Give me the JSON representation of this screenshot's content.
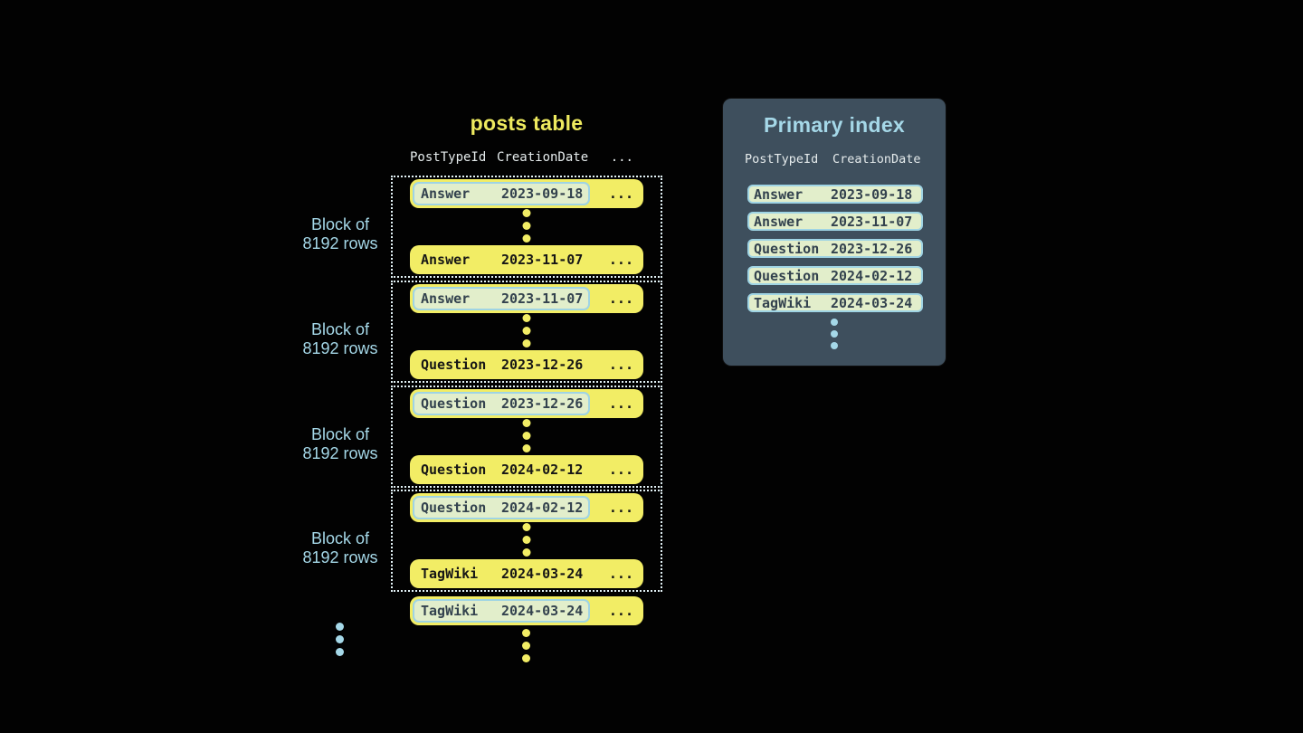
{
  "colors": {
    "background": "#020202",
    "row_yellow": "#f2ed65",
    "accent_cyan": "#a5d8e8",
    "highlight_green_bg": "#e2eecb",
    "highlight_border_cyan": "#9fd4e4",
    "panel_slate": "#3e4f5d",
    "dark_slate_text": "#33424e",
    "row_black_text": "#161616",
    "column_header_text": "#e5ebec",
    "dotted_block_border": "#e3f2f6",
    "title_yellow": "#eeea5f"
  },
  "posts": {
    "title": "posts table",
    "columns": [
      "PostTypeId",
      "CreationDate",
      "..."
    ],
    "ellipsis": "...",
    "block_label": [
      "Block of",
      "8192 rows"
    ],
    "blocks": [
      {
        "first": {
          "type": "Answer",
          "date": "2023-09-18"
        },
        "last": {
          "type": "Answer",
          "date": "2023-11-07"
        }
      },
      {
        "first": {
          "type": "Answer",
          "date": "2023-11-07"
        },
        "last": {
          "type": "Question",
          "date": "2023-12-26"
        }
      },
      {
        "first": {
          "type": "Question",
          "date": "2023-12-26"
        },
        "last": {
          "type": "Question",
          "date": "2024-02-12"
        }
      },
      {
        "first": {
          "type": "Question",
          "date": "2024-02-12"
        },
        "last": {
          "type": "TagWiki",
          "date": "2024-03-24"
        }
      }
    ],
    "tail": {
      "type": "TagWiki",
      "date": "2024-03-24"
    }
  },
  "index": {
    "title": "Primary index",
    "columns": [
      "PostTypeId",
      "CreationDate"
    ],
    "entries": [
      {
        "type": "Answer",
        "date": "2023-09-18"
      },
      {
        "type": "Answer",
        "date": "2023-11-07"
      },
      {
        "type": "Question",
        "date": "2023-12-26"
      },
      {
        "type": "Question",
        "date": "2024-02-12"
      },
      {
        "type": "TagWiki",
        "date": "2024-03-24"
      }
    ]
  }
}
